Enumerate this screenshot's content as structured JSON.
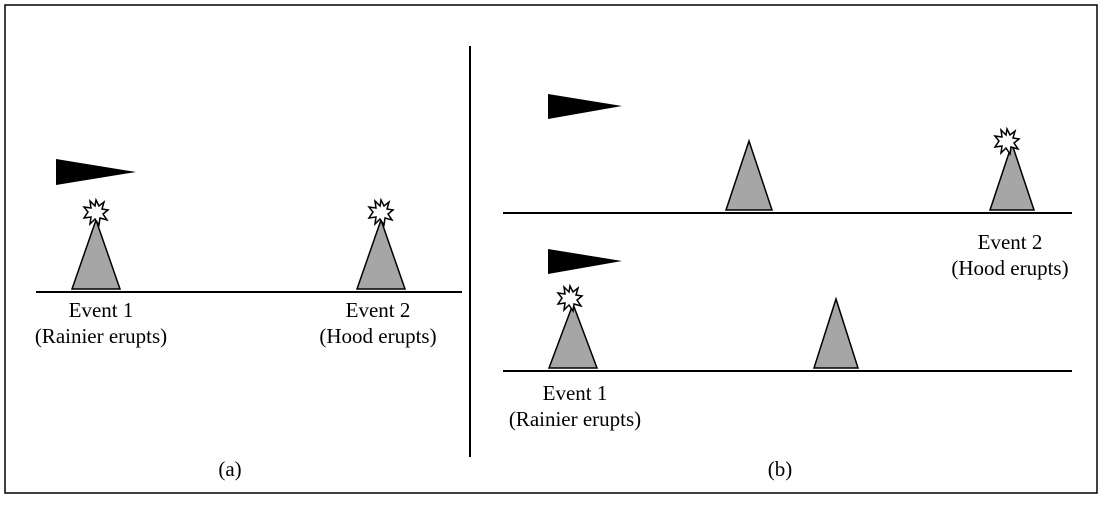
{
  "colors": {
    "frame": "#000000",
    "volcano_fill": "#a6a6a6",
    "flag_fill": "#000000",
    "burst_fill": "#ffffff"
  },
  "panel_a": {
    "caption": "(a)",
    "event1": {
      "name": "Event 1",
      "desc": "(Rainier erupts)"
    },
    "event2": {
      "name": "Event 2",
      "desc": "(Hood erupts)"
    }
  },
  "panel_b": {
    "caption": "(b)",
    "event1": {
      "name": "Event 1",
      "desc": "(Rainier erupts)"
    },
    "event2": {
      "name": "Event 2",
      "desc": "(Hood erupts)"
    }
  }
}
